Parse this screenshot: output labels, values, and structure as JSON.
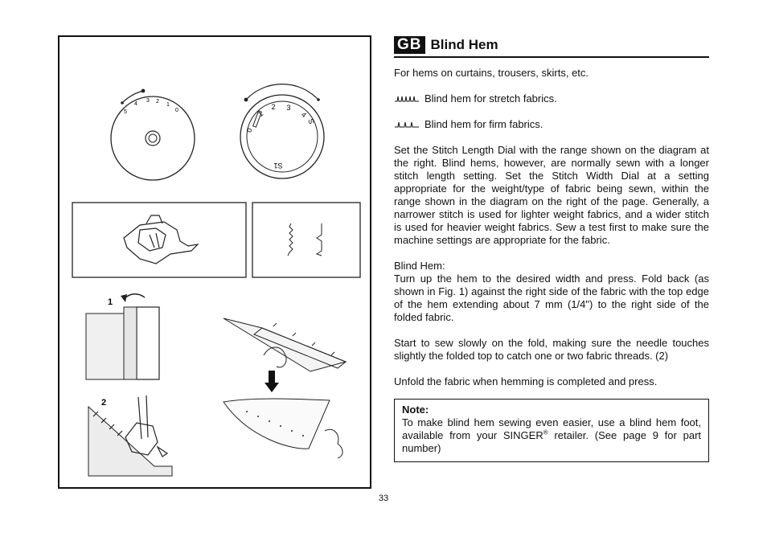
{
  "header": {
    "badge": "GB",
    "title": "Blind Hem"
  },
  "intro": "For hems on curtains, trousers, skirts, etc.",
  "stitch_types": [
    {
      "icon": "stretch-blind-hem-icon",
      "label": "Blind hem for stretch fabrics."
    },
    {
      "icon": "firm-blind-hem-icon",
      "label": "Blind hem for firm fabrics."
    }
  ],
  "paragraphs": {
    "settings": "Set the Stitch Length Dial with the range shown on the diagram at the right. Blind hems, however, are normally sewn with a longer stitch length setting. Set the Stitch Width Dial at a setting appropriate for the weight/type of fabric being sewn, within the range shown in the diagram on the right of the page. Generally, a narrower stitch is used for lighter weight fabrics, and a wider stitch is used for heavier weight fabrics. Sew a test first to make sure the machine settings are appropriate for the fabric.",
    "blind_hem_heading": "Blind Hem:",
    "blind_hem_body": "Turn up the hem to the desired width and press. Fold back (as shown in Fig. 1) against the right side of the fabric with the top edge of the hem extending about 7 mm (1/4\") to the right side of the folded fabric.",
    "sewing": "Start to sew slowly on the fold, making sure the needle touches slightly the folded top to catch one or two fabric threads. (2)",
    "unfold": "Unfold the fabric when hemming is completed and press."
  },
  "note": {
    "title": "Note:",
    "text_before": "To make blind hem sewing even easier, use a blind hem foot, available from your SINGER",
    "registered": "®",
    "text_after": " retailer. (See page 9 for part number)"
  },
  "figure": {
    "width_dial_numbers": [
      "5",
      "4",
      "3",
      "2",
      "1",
      "0"
    ],
    "length_dial_numbers": [
      "0",
      "1",
      "2",
      "3",
      "4",
      "S"
    ],
    "length_dial_bottom_label": "S1",
    "step_labels": [
      "1",
      "2"
    ]
  },
  "page_number": "33"
}
